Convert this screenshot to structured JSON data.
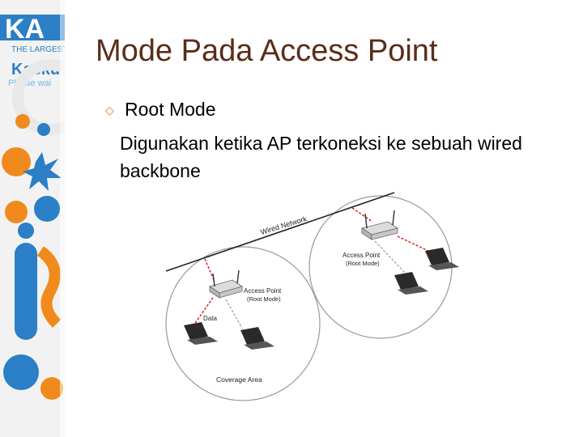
{
  "sidebar": {
    "banner_text": "KA",
    "tagline": "THE LARGEST",
    "brand": "Kasku",
    "loading": "Please wai",
    "colors": {
      "blue": "#2a7fc6",
      "orange": "#f08a1c",
      "light_blue": "#6fb8e6"
    }
  },
  "slide": {
    "title": "Mode Pada Access Point",
    "bullet": "Root Mode",
    "body": "Digunakan ketika AP terkoneksi ke sebuah wired backbone"
  },
  "diagram": {
    "wired_network_label": "Wired Network",
    "left_ap": {
      "label": "Access Point",
      "mode": "(Root Mode)"
    },
    "right_ap": {
      "label": "Access Point",
      "mode": "(Root Mode)"
    },
    "data_label": "Data",
    "coverage_label": "Coverage Area",
    "colors": {
      "data_arrow": "#d01818",
      "coverage": "#888888",
      "backbone": "#222222"
    }
  }
}
